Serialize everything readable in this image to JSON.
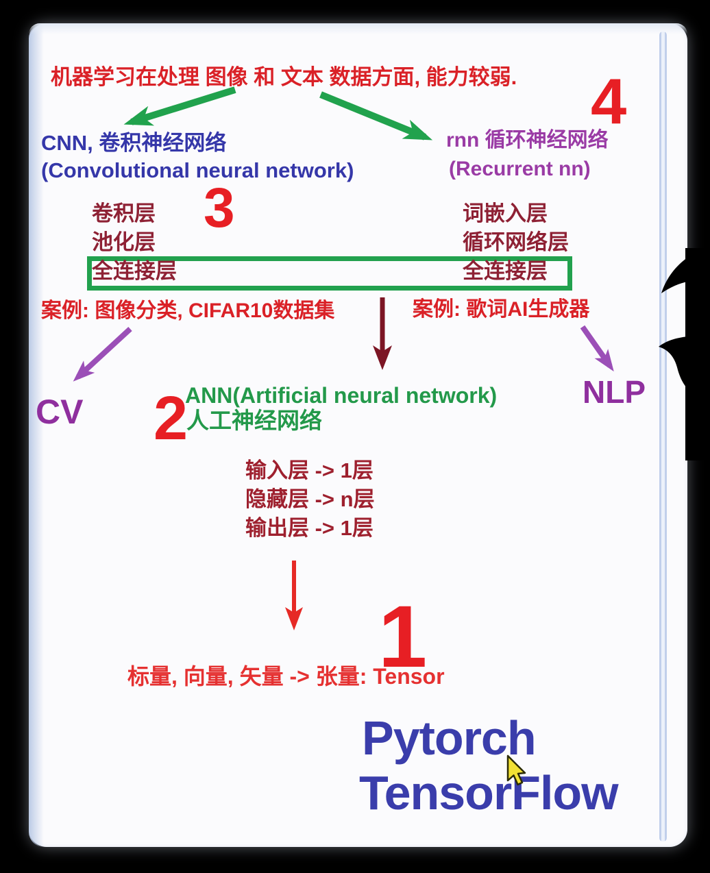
{
  "page": {
    "background": "#000000",
    "canvas_bg": "#fbfbfd"
  },
  "colors": {
    "note_red": "#da2127",
    "numeral_red": "#e71f24",
    "cnn_blue": "#3537a9",
    "rnn_purple": "#9a3ba5",
    "layer_maroon": "#8e2134",
    "structure_dark_red": "#9e202e",
    "ann_green": "#23994a",
    "box_green": "#22a14e",
    "arrow_green": "#21a24d",
    "arrow_purple": "#9b4fb7",
    "arrow_maroon": "#7c1524",
    "arrow_red": "#e62a26",
    "field_purple": "#8f2f9e",
    "tensor_red": "#e53131",
    "framework_blue": "#3a3dab",
    "cursor_yellow": "#f2e134"
  },
  "top_note": {
    "text": "机器学习在处理 图像 和 文本 数据方面, 能力较弱."
  },
  "numerals": {
    "n1": "1",
    "n2": "2",
    "n3": "3",
    "n4": "4"
  },
  "cnn": {
    "title": "CNN, 卷积神经网络",
    "subtitle": "(Convolutional neural network)",
    "layers": [
      "卷积层",
      "池化层",
      "全连接层"
    ],
    "case": "案例: 图像分类, CIFAR10数据集",
    "field": "CV"
  },
  "rnn": {
    "title": "rnn 循环神经网络",
    "subtitle": "(Recurrent nn)",
    "layers": [
      "词嵌入层",
      "循环网络层",
      "全连接层"
    ],
    "case": "案例: 歌词AI生成器",
    "field": "NLP"
  },
  "ann": {
    "title": "ANN(Artificial neural network)",
    "subtitle": "人工神经网络",
    "structure": [
      "输入层 -> 1层",
      "隐藏层 -> n层",
      "输出层 -> 1层"
    ]
  },
  "tensor_note": {
    "text": "标量, 向量, 矢量 -> 张量: Tensor"
  },
  "frameworks": {
    "first": "Pytorch",
    "second": "TensorFlow"
  }
}
